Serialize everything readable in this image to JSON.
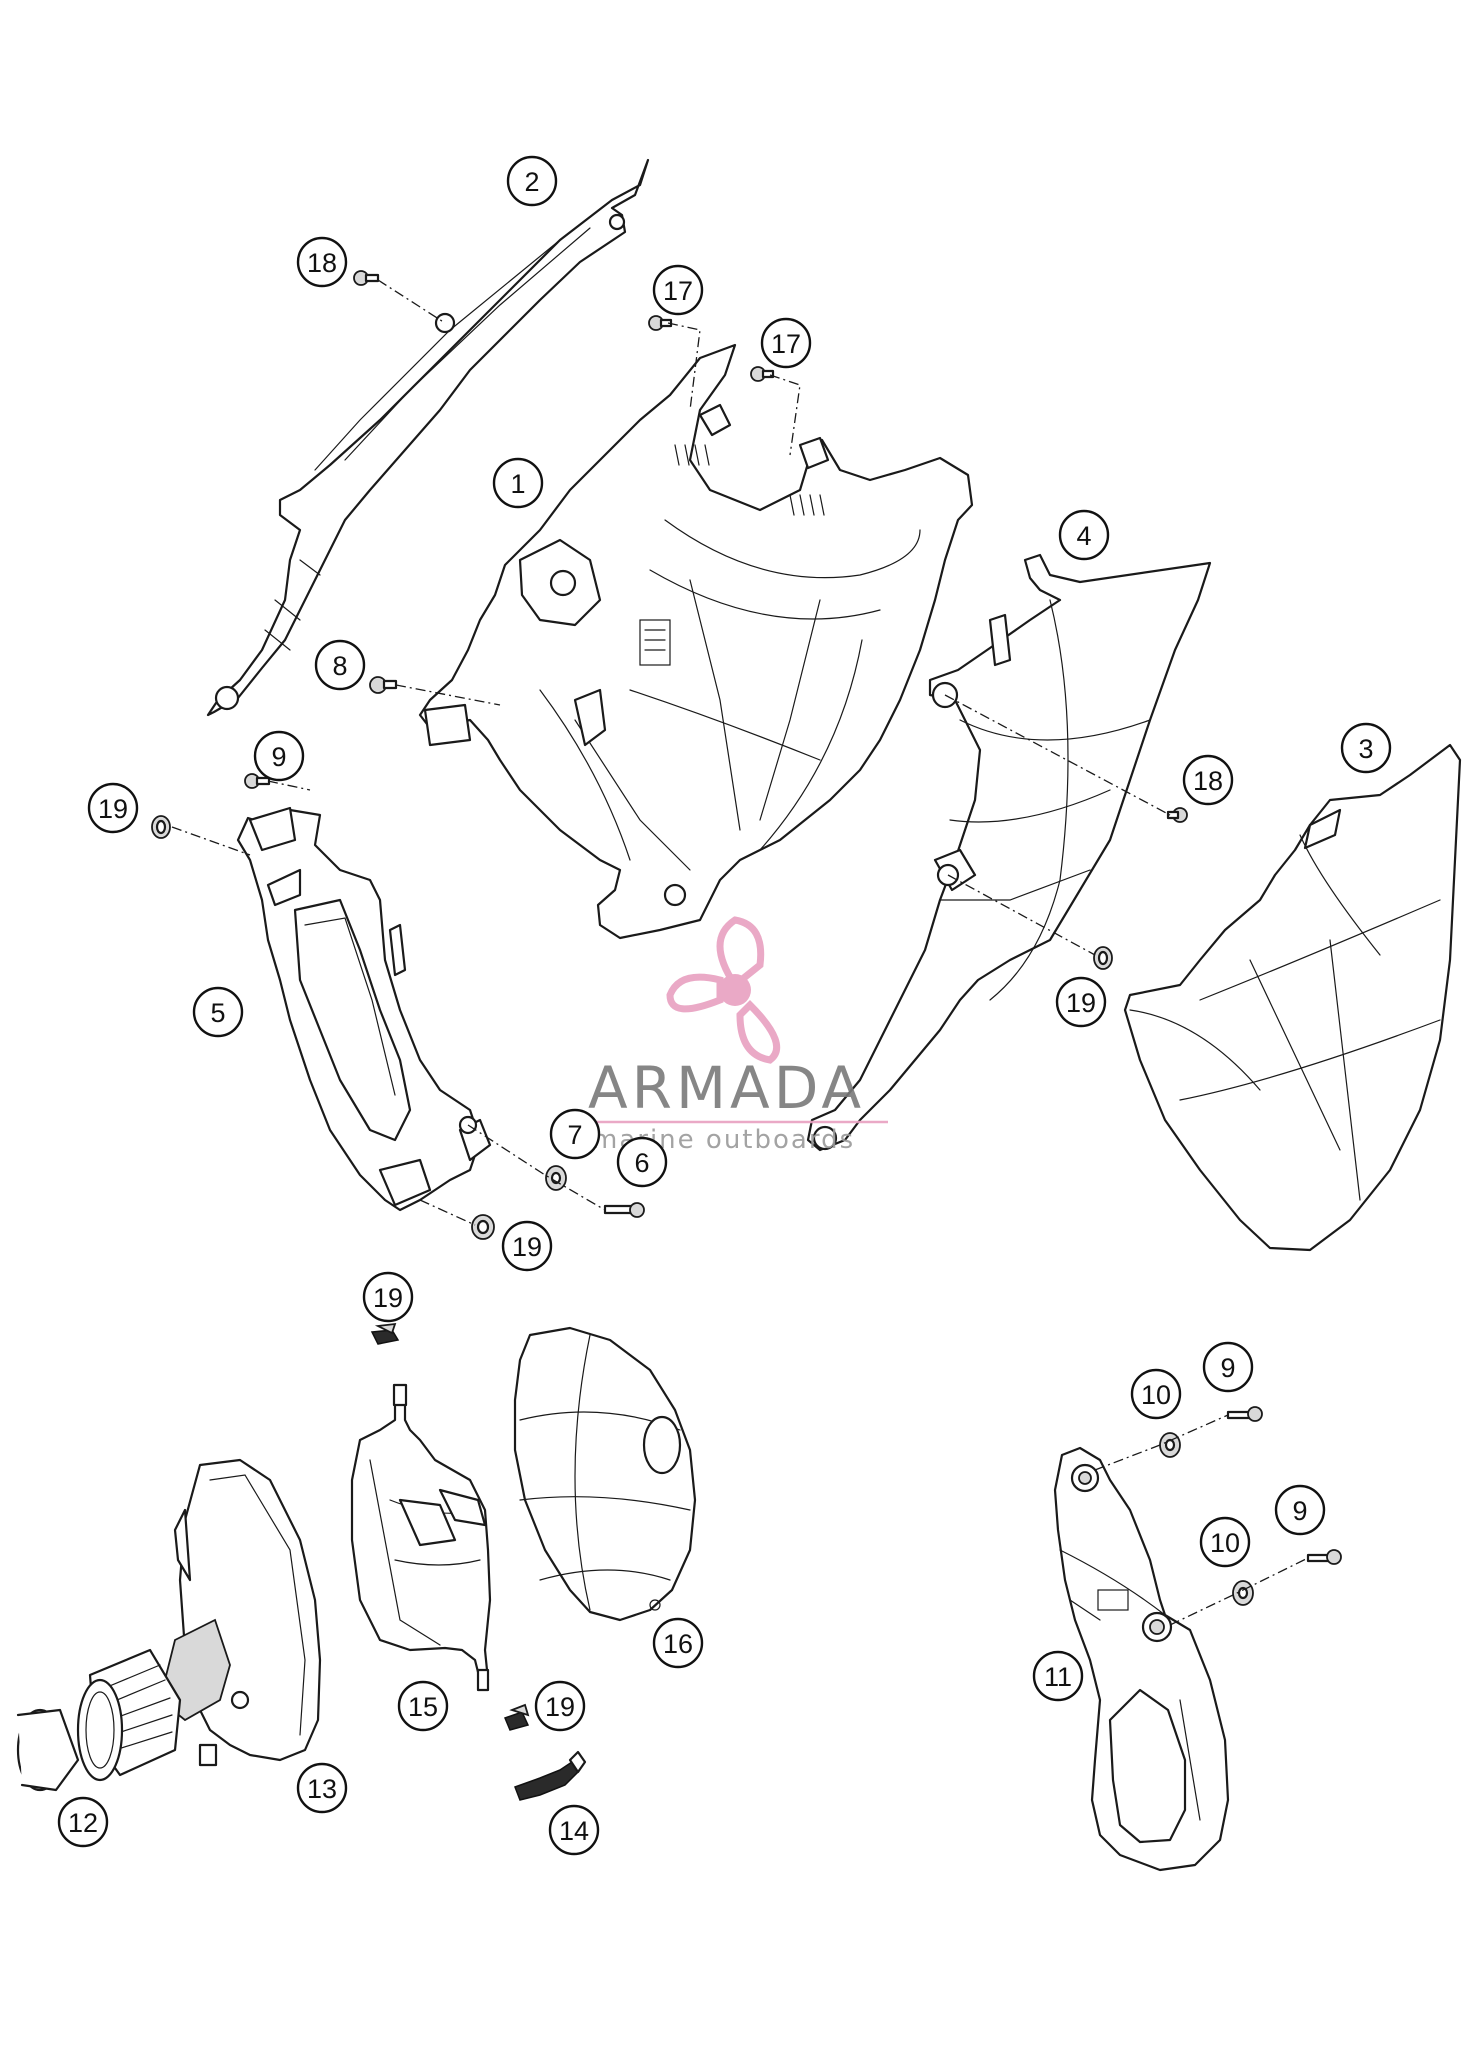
{
  "callouts": [
    {
      "id": "c-2a",
      "label": "2"
    },
    {
      "id": "c-18a",
      "label": "18"
    },
    {
      "id": "c-17a",
      "label": "17"
    },
    {
      "id": "c-17b",
      "label": "17"
    },
    {
      "id": "c-1",
      "label": "1"
    },
    {
      "id": "c-4",
      "label": "4"
    },
    {
      "id": "c-8",
      "label": "8"
    },
    {
      "id": "c-9a",
      "label": "9"
    },
    {
      "id": "c-19a",
      "label": "19"
    },
    {
      "id": "c-18b",
      "label": "18"
    },
    {
      "id": "c-3",
      "label": "3"
    },
    {
      "id": "c-5",
      "label": "5"
    },
    {
      "id": "c-19b",
      "label": "19"
    },
    {
      "id": "c-7",
      "label": "7"
    },
    {
      "id": "c-6",
      "label": "6"
    },
    {
      "id": "c-19c",
      "label": "19"
    },
    {
      "id": "c-19d",
      "label": "19"
    },
    {
      "id": "c-10a",
      "label": "10"
    },
    {
      "id": "c-9b",
      "label": "9"
    },
    {
      "id": "c-10b",
      "label": "10"
    },
    {
      "id": "c-9c",
      "label": "9"
    },
    {
      "id": "c-16",
      "label": "16"
    },
    {
      "id": "c-15",
      "label": "15"
    },
    {
      "id": "c-19e",
      "label": "19"
    },
    {
      "id": "c-11",
      "label": "11"
    },
    {
      "id": "c-13",
      "label": "13"
    },
    {
      "id": "c-12",
      "label": "12"
    },
    {
      "id": "c-14",
      "label": "14"
    }
  ],
  "logo": {
    "word": "ARMADA",
    "tagline": "marine outboards",
    "accent_color": "#e8a0c0"
  }
}
